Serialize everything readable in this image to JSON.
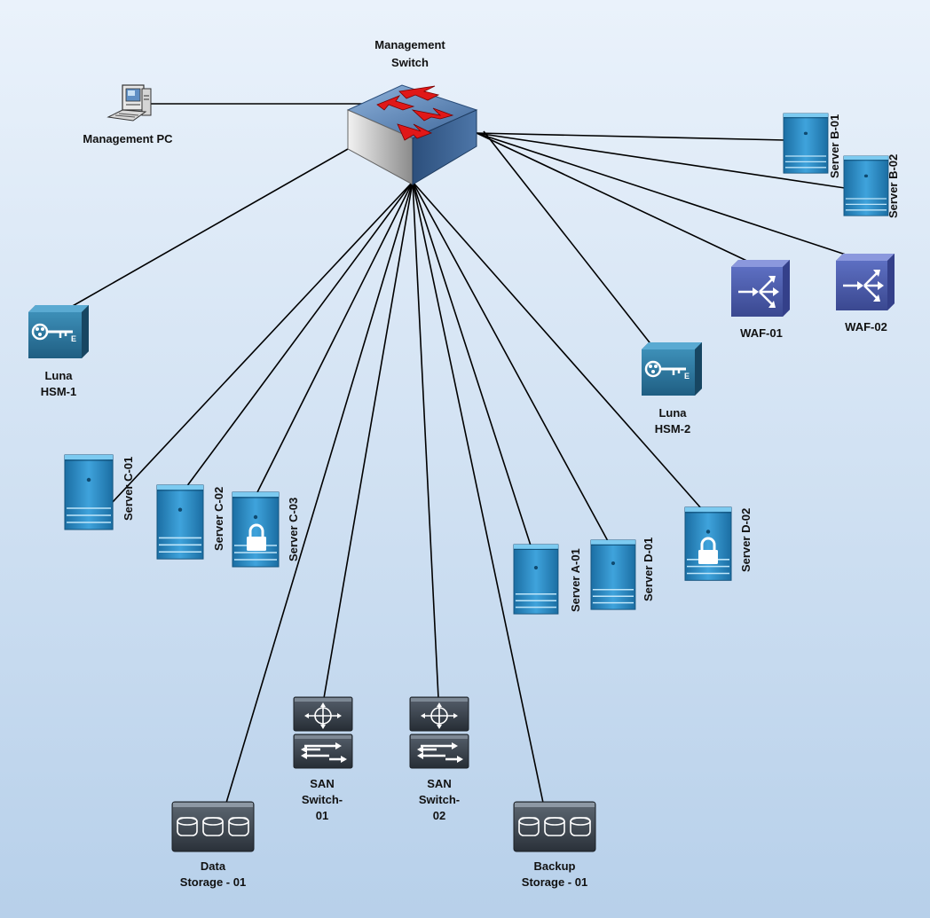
{
  "devices": {
    "management_switch": [
      "Management",
      "Switch"
    ],
    "management_pc": "Management PC",
    "luna_hsm_1": [
      "Luna",
      "HSM-1"
    ],
    "luna_hsm_2": [
      "Luna",
      "HSM-2"
    ],
    "server_b01": "Server B-01",
    "server_b02": "Server B-02",
    "waf_01": "WAF-01",
    "waf_02": "WAF-02",
    "server_c01": "Server C-01",
    "server_c02": "Server C-02",
    "server_c03": "Server C-03",
    "server_a01": "Server A-01",
    "server_d01": "Server D-01",
    "server_d02": "Server D-02",
    "san_switch_01": [
      "SAN",
      "Switch-",
      "01"
    ],
    "san_switch_02": [
      "SAN",
      "Switch-",
      "02"
    ],
    "data_storage_01": [
      "Data",
      "Storage - 01"
    ],
    "backup_storage_01": [
      "Backup",
      "Storage - 01"
    ]
  },
  "colors": {
    "switch_top": "#5a7fb0",
    "switch_arrows": "#e01818",
    "server_body": "#2e8fc9",
    "hsm_body": "#2c6f95",
    "waf_body": "#4a5aa8",
    "san_body": "#3a4450",
    "link": "#000000"
  }
}
